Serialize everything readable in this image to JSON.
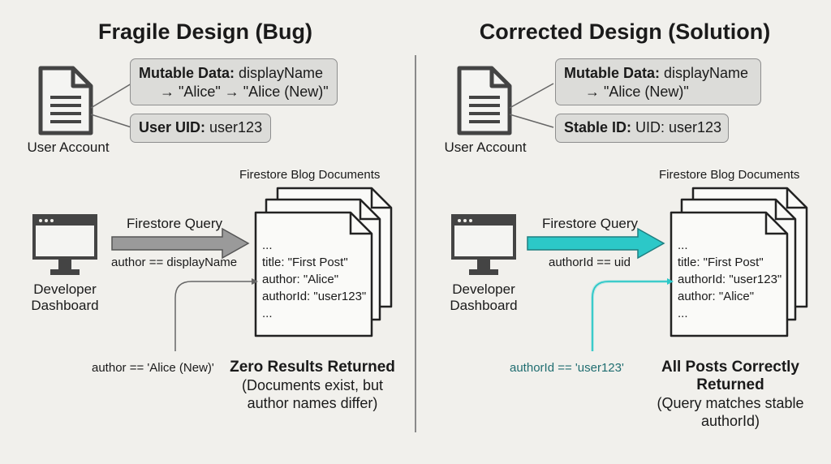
{
  "left": {
    "title": "Fragile Design (Bug)",
    "account_label": "User Account",
    "box1_bold": "Mutable Data:",
    "box1_rest": " displayName",
    "box1_line2": "→ \"Alice\" → \"Alice (New)\"",
    "box2_bold": "User UID:",
    "box2_rest": " user123",
    "docs_label": "Firestore Blog Documents",
    "dashboard_line1": "Developer",
    "dashboard_line2": "Dashboard",
    "query_label": "Firestore Query",
    "query_expr": "author == displayName",
    "doc_lines": [
      "...",
      "title: \"First Post\"",
      "author: \"Alice\"",
      "authorId: \"user123\"",
      "..."
    ],
    "pointer_expr": "author == 'Alice (New)'",
    "result_title": "Zero Results Returned",
    "result_line1": "(Documents exist, but",
    "result_line2": "author names differ)"
  },
  "right": {
    "title": "Corrected Design (Solution)",
    "account_label": "User Account",
    "box1_bold": "Mutable Data:",
    "box1_rest": " displayName",
    "box1_line2": "→ \"Alice (New)\"",
    "box2_bold": "Stable ID:",
    "box2_rest": " UID: user123",
    "docs_label": "Firestore Blog Documents",
    "dashboard_line1": "Developer",
    "dashboard_line2": "Dashboard",
    "query_label": "Firestore Query",
    "query_expr": "authorId == uid",
    "doc_lines": [
      "...",
      "title: \"First Post\"",
      "authorId: \"user123\"",
      "author: \"Alice\"",
      "..."
    ],
    "pointer_expr": "authorId == 'user123'",
    "result_title_line1": "All Posts Correctly",
    "result_title_line2": "Returned",
    "result_line1": "(Query matches stable",
    "result_line2": "authorId)"
  },
  "colors": {
    "accent": "#2cc8c8",
    "accent_text": "#1f6d70",
    "arrow_gray": "#9a9a9a",
    "box_bg": "#dcdcd9"
  },
  "icons": [
    "document-icon",
    "monitor-icon",
    "arrow-right-icon",
    "stacked-documents-icon"
  ]
}
